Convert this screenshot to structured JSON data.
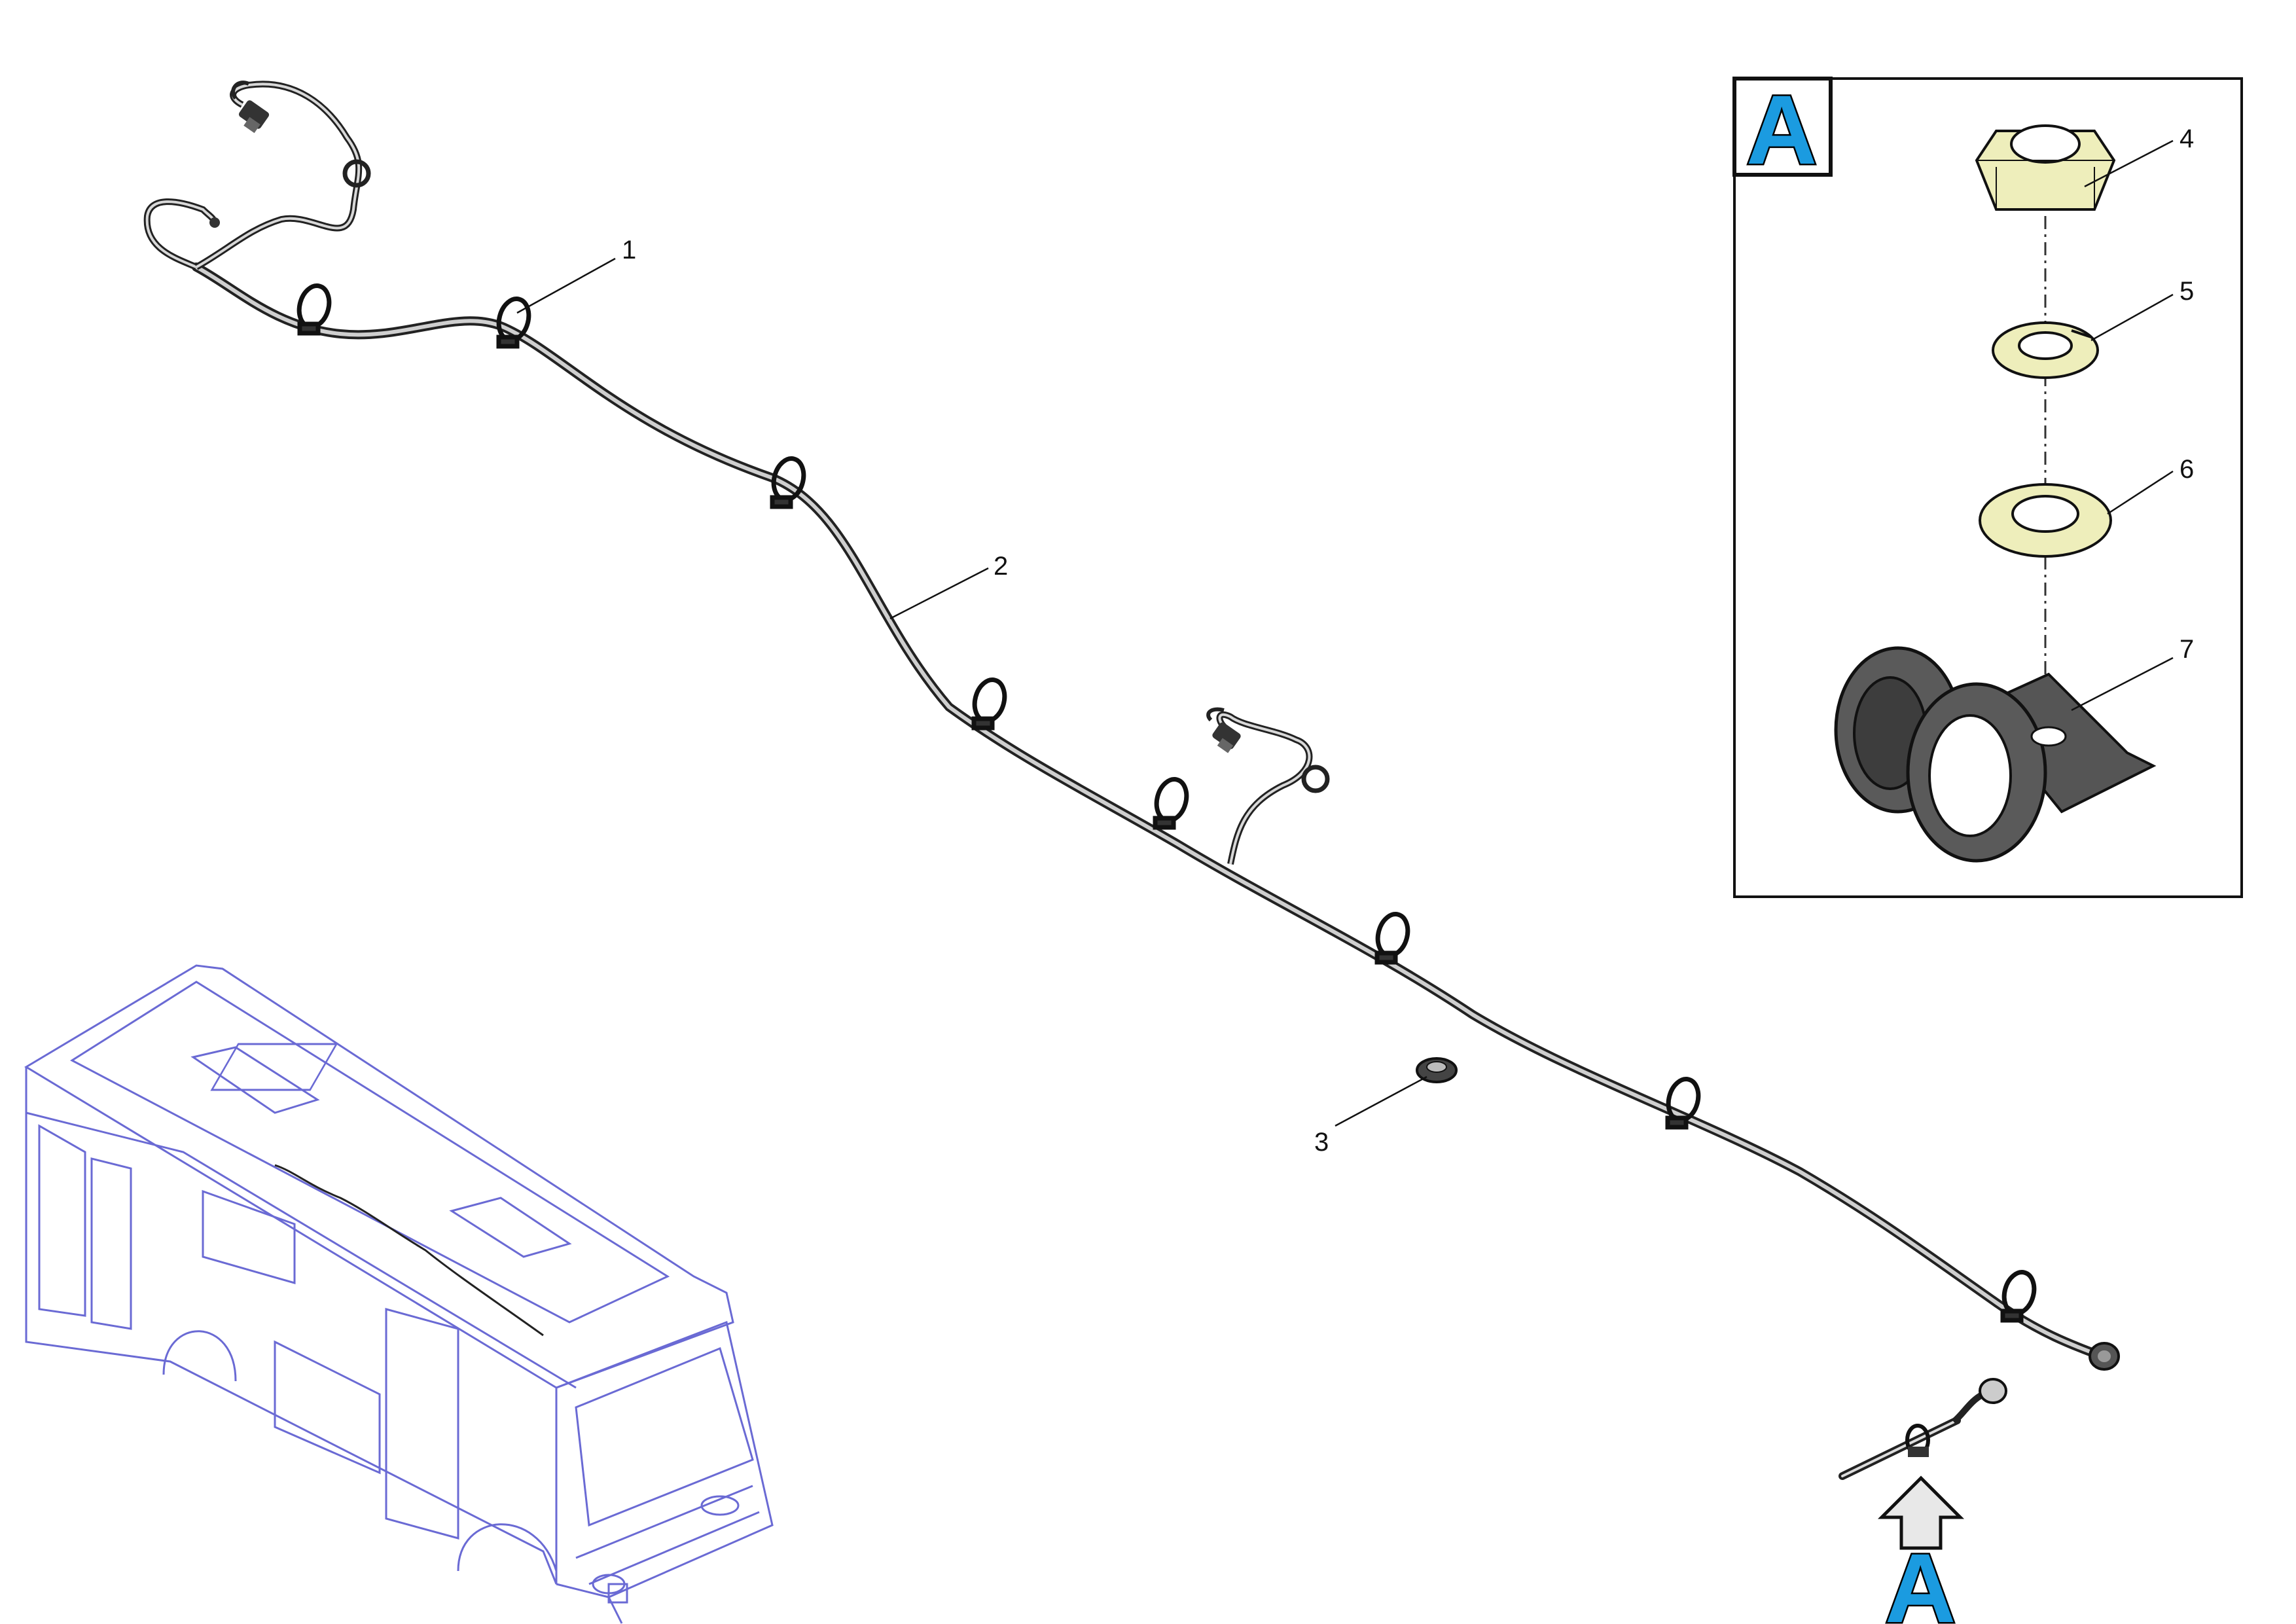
{
  "diagram": {
    "detail_view_label": "A",
    "detail_arrow_label": "A",
    "callouts": [
      {
        "id": "1",
        "label": "1"
      },
      {
        "id": "2",
        "label": "2"
      },
      {
        "id": "3",
        "label": "3"
      },
      {
        "id": "4",
        "label": "4"
      },
      {
        "id": "5",
        "label": "5"
      },
      {
        "id": "6",
        "label": "6"
      },
      {
        "id": "7",
        "label": "7"
      }
    ],
    "colors": {
      "harness": "#222222",
      "hardware": "#eeeebb",
      "clamp": "#555555",
      "bus_outline": "#6a6ad4",
      "detail_label": "#1b9be0"
    }
  }
}
